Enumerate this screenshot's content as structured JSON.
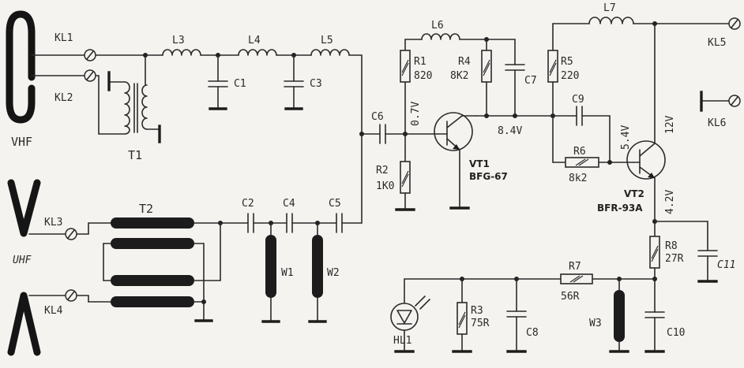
{
  "labels": {
    "vhf": "VHF",
    "uhf": "UHF",
    "kl1": "KL1",
    "kl2": "KL2",
    "kl3": "KL3",
    "kl4": "KL4",
    "kl5": "KL5",
    "kl6": "KL6",
    "t1": "T1",
    "t2": "T2",
    "l3": "L3",
    "l4": "L4",
    "l5": "L5",
    "l6": "L6",
    "l7": "L7",
    "c1": "C1",
    "c2": "C2",
    "c3": "C3",
    "c4": "C4",
    "c5": "C5",
    "c6": "C6",
    "c7": "C7",
    "c8": "C8",
    "c9": "C9",
    "c10": "C10",
    "c11": "C11",
    "r1": "R1",
    "r1_val": "820",
    "r2": "R2",
    "r2_val": "1K0",
    "r3": "R3",
    "r3_val": "75R",
    "r4": "R4",
    "r4_val": "8K2",
    "r5": "R5",
    "r5_val": "220",
    "r6": "R6",
    "r6_val": "8k2",
    "r7": "R7",
    "r7_val": "56R",
    "r8": "R8",
    "r8_val": "27R",
    "w1": "W1",
    "w2": "W2",
    "w3": "W3",
    "hl1": "HL1",
    "vt1": "VT1",
    "vt1_type": "BFG-67",
    "vt2": "VT2",
    "vt2_type": "BFR-93A",
    "v_07": "0.7V",
    "v_84": "8.4V",
    "v_54": "5.4V",
    "v_12": "12V",
    "v_42": "4.2V"
  }
}
